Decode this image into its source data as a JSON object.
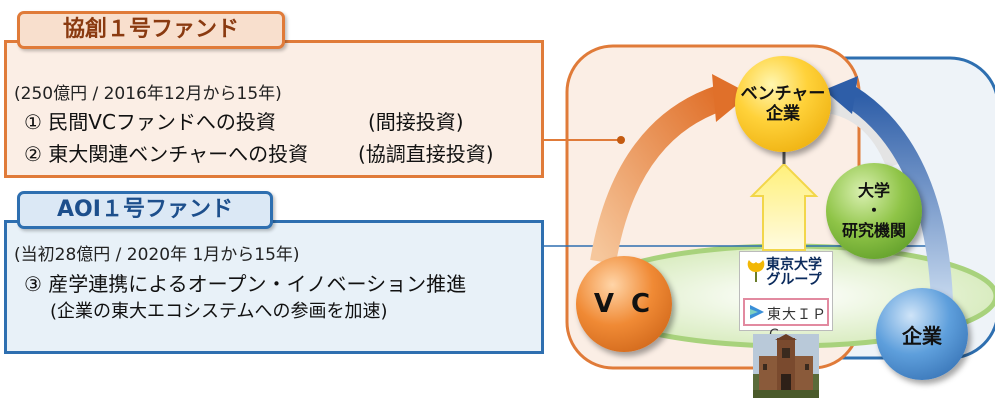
{
  "fund1": {
    "title": "協創１号ファンド",
    "subtitle": "(250億円 / 2016年12月から15年)",
    "items": [
      {
        "text": "① 民間VCファンドへの投資",
        "type": "(間接投資)"
      },
      {
        "text": "② 東大関連ベンチャーへの投資",
        "type": "(協調直接投資)"
      }
    ],
    "color": "#e07b39"
  },
  "fund2": {
    "title": "AOI１号ファンド",
    "subtitle": "(当初28億円 / 2020年 1月から15年)",
    "items": [
      {
        "text": "③ 産学連携によるオープン・イノベーション推進"
      },
      {
        "text": "(企業の東大エコシステムへの参画を加速)"
      }
    ],
    "color": "#2e6fb0"
  },
  "diagram": {
    "venture": "ベンチャー\n企業",
    "university": "大学\n・\n研究機関",
    "vc": "V C",
    "corporate": "企業",
    "ut_group": "東京大学\nグループ",
    "ipc": "東大ＩＰＣ"
  }
}
